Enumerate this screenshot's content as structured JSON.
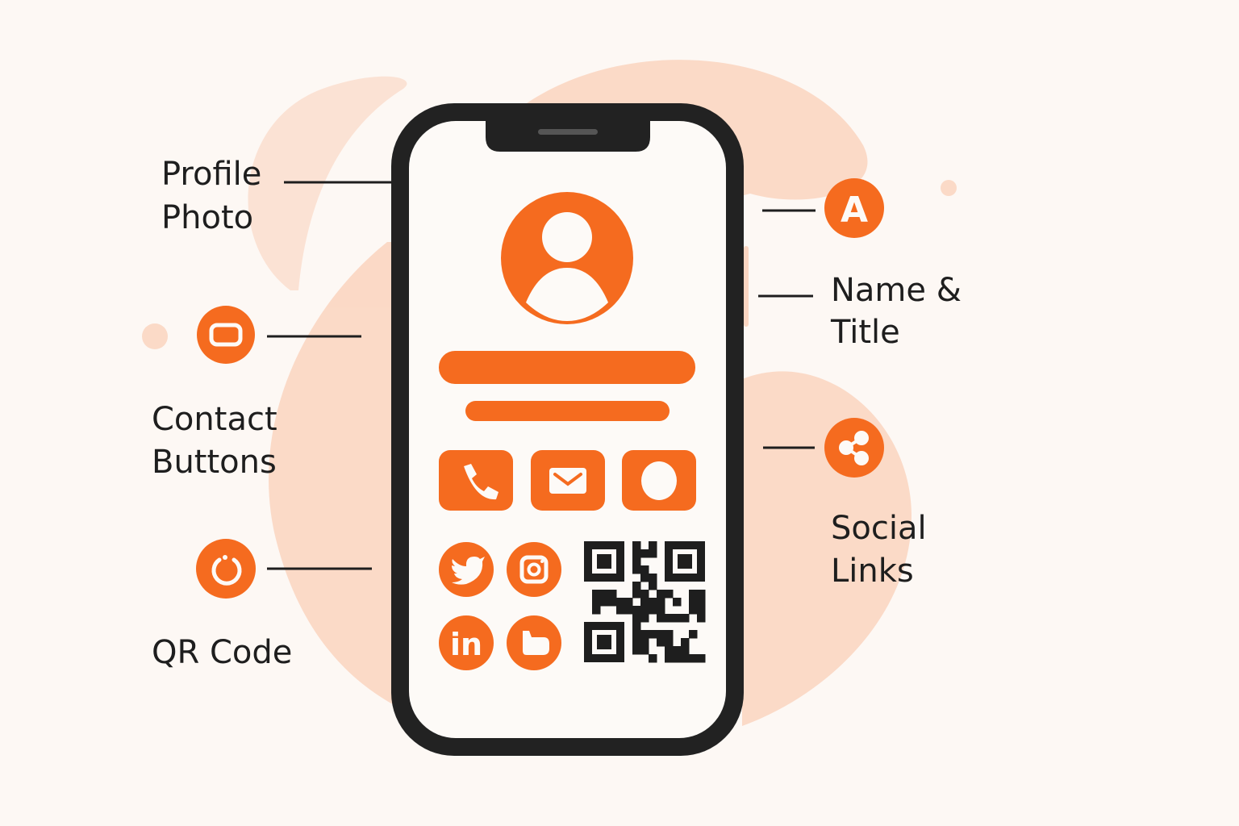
{
  "colors": {
    "accent": "#f56b1f",
    "blob": "#fbd6c2",
    "frame": "#222222",
    "background": "#fdf8f4"
  },
  "labels": {
    "profile_photo": [
      "Profile",
      "Photo"
    ],
    "contact_buttons": [
      "Contact",
      "Buttons"
    ],
    "qr_code": [
      "QR Code"
    ],
    "name_title": [
      "Name &",
      "Title"
    ],
    "social_links": [
      "Social",
      "Links"
    ]
  },
  "callout_icons": {
    "name_badge_letter": "A",
    "contact": "rectangle-icon",
    "qr": "refresh-icon",
    "social": "share-icon"
  },
  "phone": {
    "contact_buttons": [
      "phone-icon",
      "mail-icon",
      "chat-icon"
    ],
    "social_icons": [
      "twitter-icon",
      "instagram-icon",
      "linkedin-icon",
      "thumbs-up-icon"
    ],
    "in_text": "in"
  }
}
